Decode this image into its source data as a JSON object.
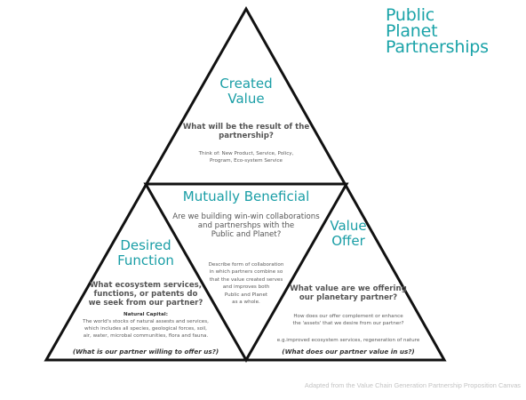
{
  "brand": {
    "line1": "Public",
    "line2": "Planet",
    "line3": "Partnerships"
  },
  "top": {
    "title_line1": "Created",
    "title_line2": "Value",
    "question_line1": "What will be the result of the",
    "question_line2": "partnership?",
    "hint_line1": "Think of: New Product, Service, Policy,",
    "hint_line2": "Program, Eco-system Service"
  },
  "center": {
    "title": "Mutually Beneficial",
    "question_line1": "Are we building win-win collaborations",
    "question_line2": "and partnershps with the",
    "question_line3": "Public and Planet?",
    "desc_line1": "Describe form of collaboration",
    "desc_line2": "in which partners combine so",
    "desc_line3": "that the value created serves",
    "desc_line4": "and improves both",
    "desc_line5": "Public and Planet",
    "desc_line6": "as a whole."
  },
  "left": {
    "title_line1": "Desired",
    "title_line2": "Function",
    "question_line1": "What ecosystem services,",
    "question_line2": "functions, or patents do",
    "question_line3": "we seek from our partner?",
    "capital_label": "Natural Capital:",
    "capital_line1": "The world's stocks of natural assests and services,",
    "capital_line2": "which includes all species, geological forces, soil,",
    "capital_line3": "air, water, microbal communities, flora and fauna.",
    "bottom_question": "(What is our partner willing to offer us?)"
  },
  "right": {
    "title_line1": "Value",
    "title_line2": "Offer",
    "question_line1": "What value are we offering",
    "question_line2": "our planetary partner?",
    "hint_line1": "How does our offer complement or enhance",
    "hint_line2": "the 'assets' that we desire from our partner?",
    "example": "e.g.improved ecosystem services, regeneration of nature",
    "bottom_question": "(What does our partner value in us?)"
  },
  "footer": "Adapted from the Value Chain Generation Partnership Proposition Canvas",
  "colors": {
    "teal": "#1a9ea6",
    "stroke": "#111111",
    "footer": "#c3c3c3"
  }
}
